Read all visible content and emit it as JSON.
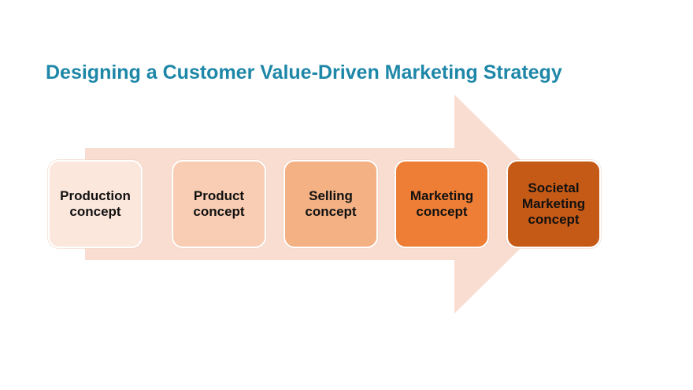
{
  "title": "Designing a Customer Value-Driven Marketing Strategy",
  "concepts": [
    {
      "label": "Production\nconcept",
      "color": "#fce7dc"
    },
    {
      "label": "Product\nconcept",
      "color": "#f8cdb3"
    },
    {
      "label": "Selling\nconcept",
      "color": "#f3b184"
    },
    {
      "label": "Marketing\nconcept",
      "color": "#ee7e35"
    },
    {
      "label": "Societal\nMarketing\nconcept",
      "color": "#c55a17"
    }
  ],
  "colors": {
    "title": "#1e87a8",
    "arrow": "#f9ddd1"
  }
}
